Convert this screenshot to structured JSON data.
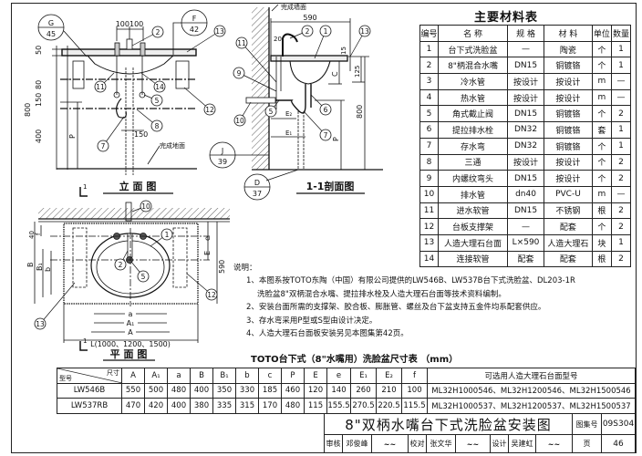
{
  "elevation": {
    "title": "立  面  图",
    "ref_g": [
      "G",
      "45"
    ],
    "ref_f": [
      "F",
      "42"
    ],
    "dims": {
      "faucet_spacing": "100100",
      "slab": "50",
      "d80": "80",
      "d150": "150",
      "d400": "400",
      "total": "800",
      "p": "P",
      "trap": "150"
    },
    "floor_label": "完成地面",
    "callouts": [
      "2",
      "13",
      "11",
      "14",
      "5",
      "12",
      "8",
      "7"
    ],
    "section_mark": "1"
  },
  "section": {
    "title": "1-1剖面图",
    "wall_label": "完成墙面",
    "ref_j": [
      "J",
      "39"
    ],
    "ref_d": [
      "D",
      "37"
    ],
    "dims": {
      "depth": "590",
      "d20": "20",
      "d15": "15",
      "d125": "125",
      "c": "C",
      "total": "800",
      "p": "P",
      "e2": "E₂",
      "e1": "E₁"
    },
    "callouts": [
      "2",
      "1",
      "13",
      "11",
      "9",
      "10",
      "5",
      "6",
      "7"
    ]
  },
  "plan": {
    "title": "平  面  图",
    "dims": {
      "d40": "40",
      "f": "f",
      "b_cap": "B",
      "b1": "B₁",
      "b": "b",
      "e": "e",
      "e_cap": "E",
      "d590": "590",
      "a": "a",
      "a1": "A₁",
      "a_cap": "A",
      "l": "L(1000、1200、1500)"
    },
    "callouts": [
      "10",
      "1",
      "2",
      "5",
      "12",
      "13"
    ]
  },
  "materials": {
    "title": "主要材料表",
    "headers": [
      "编号",
      "名  称",
      "规  格",
      "材  料",
      "单位",
      "数量"
    ],
    "rows": [
      [
        "1",
        "台下式洗脸盆",
        "—",
        "陶瓷",
        "个",
        "1"
      ],
      [
        "2",
        "8\"柄混合水嘴",
        "DN15",
        "铜镀铬",
        "个",
        "1"
      ],
      [
        "3",
        "冷水管",
        "按设计",
        "按设计",
        "m",
        "—"
      ],
      [
        "4",
        "热水管",
        "按设计",
        "按设计",
        "m",
        "—"
      ],
      [
        "5",
        "角式截止阀",
        "DN15",
        "铜镀铬",
        "个",
        "2"
      ],
      [
        "6",
        "提拉排水栓",
        "DN32",
        "铜镀铬",
        "套",
        "1"
      ],
      [
        "7",
        "存水弯",
        "DN32",
        "铜镀铬",
        "个",
        "1"
      ],
      [
        "8",
        "三通",
        "按设计",
        "按设计",
        "个",
        "2"
      ],
      [
        "9",
        "内螺纹弯头",
        "DN15",
        "按设计",
        "个",
        "2"
      ],
      [
        "10",
        "排水管",
        "dn40",
        "PVC-U",
        "m",
        "—"
      ],
      [
        "11",
        "进水软管",
        "DN15",
        "不锈钢",
        "根",
        "2"
      ],
      [
        "12",
        "台板支撑架",
        "—",
        "配套",
        "个",
        "2"
      ],
      [
        "13",
        "人造大理石台面",
        "L×590",
        "人造大理石",
        "块",
        "1"
      ],
      [
        "14",
        "连接软管",
        "配套",
        "配套",
        "根",
        "2"
      ]
    ]
  },
  "notes": {
    "label": "说明：",
    "items": [
      "1、本图系按TOTO东陶（中国）有限公司提供的LW546B、LW537B台下式洗脸盆、DL203-1R",
      "洗脸盆8\"双柄混合水嘴、提拉排水栓及人造大理石台面等技术资料编制。",
      "2、安装台面所需的支撑架、胶合板、膨胀管、螺丝及台下盆支持五金件均系配套供应。",
      "3、存水弯采用P型或S型由设计决定。",
      "4、人造大理石台面板安装另见本图集第42页。"
    ]
  },
  "dimensions_table": {
    "title": "TOTO台下式（8\"水嘴用）洗脸盆尺寸表 （mm）",
    "corner_top": "尺寸",
    "corner_bottom": "型号",
    "headers": [
      "A",
      "A₁",
      "a",
      "B",
      "B₁",
      "b",
      "c",
      "P",
      "E",
      "e",
      "E₁",
      "E₂",
      "f",
      "可选用人造大理石台面型号"
    ],
    "rows": [
      {
        "model": "LW546B",
        "values": [
          "550",
          "500",
          "480",
          "400",
          "350",
          "330",
          "185",
          "460",
          "120",
          "140",
          "260",
          "210",
          "100",
          "ML32H1000546、ML32H1200546、ML32H1500546"
        ]
      },
      {
        "model": "LW537RB",
        "values": [
          "470",
          "420",
          "400",
          "380",
          "335",
          "315",
          "170",
          "480",
          "115",
          "155.5",
          "270.5",
          "220.5",
          "115.5",
          "ML32H1000537、ML32H1200537、ML32H1500537"
        ]
      }
    ]
  },
  "title_block": {
    "title": "8\"双柄水嘴台下式洗脸盆安装图",
    "atlas_label": "图集号",
    "atlas_no": "09S304",
    "page_label": "页",
    "page_no": "46",
    "review_label": "审核",
    "reviewer": "邓俊峰",
    "reviewer_sig": "邓俊峰",
    "check_label": "校对",
    "checker": "张文华",
    "checker_sig": "张文华",
    "design_label": "设计",
    "designer": "吴建虹",
    "designer_sig": "吴建虹"
  }
}
